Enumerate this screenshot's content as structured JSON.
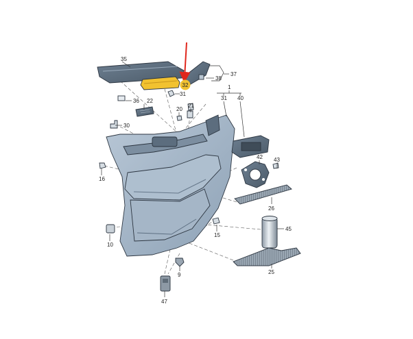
{
  "highlight": {
    "part": "32",
    "color": "#f2c230",
    "arrow_color": "#e0261c"
  },
  "callouts": {
    "c1": "1",
    "c9": "9",
    "c10": "10",
    "c15": "15",
    "c16": "16",
    "c20": "20",
    "c21": "21",
    "c22": "22",
    "c25": "25",
    "c26": "26",
    "c30": "30",
    "c31": "31",
    "c32": "32",
    "c35": "35",
    "c36": "36",
    "c37": "37",
    "c38": "38",
    "c40": "40",
    "c42": "42",
    "c43": "43",
    "c45": "45",
    "c47": "47"
  }
}
